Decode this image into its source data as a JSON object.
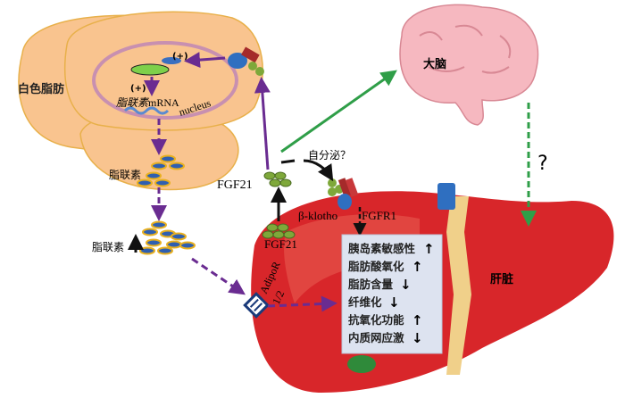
{
  "labels": {
    "white_fat": "白色脂肪",
    "plus_upper": "(+)",
    "plus_lower": "(+)",
    "adiponectin_mrna_cn": "脂联素",
    "adiponectin_mrna_en": "mRNA",
    "nucleus": "nucleus",
    "adiponectin_cell": "脂联素",
    "adiponectin_up": "脂联素",
    "fgf21_left": "FGF21",
    "fgf21_liver": "FGF21",
    "autocrine": "自分泌？",
    "beta_klotho": "β-klotho",
    "fgfr1": "FGFR1",
    "adipor_line1": "AdipoR",
    "adipor_line2": "1/2",
    "brain": "大脑",
    "liver": "肝脏",
    "question": "?"
  },
  "effects": [
    {
      "text": "胰岛素敏感性",
      "direction": "up"
    },
    {
      "text": "脂肪酸氧化",
      "direction": "up"
    },
    {
      "text": "脂肪含量",
      "direction": "down"
    },
    {
      "text": "纤维化",
      "direction": "down"
    },
    {
      "text": "抗氧化功能",
      "direction": "up"
    },
    {
      "text": "内质网应激",
      "direction": "down"
    }
  ],
  "colors": {
    "fat": "#f9c48f",
    "liver": "#d8262a",
    "brain": "#f6b8c0",
    "pathway_purple": "#6a2c91",
    "brain_arrow": "#2f9e48",
    "effect_box": "#dde3f0"
  }
}
